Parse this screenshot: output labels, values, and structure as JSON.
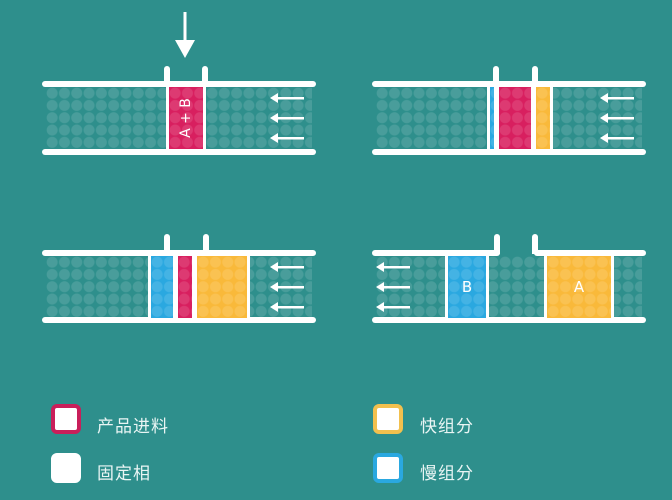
{
  "diagram": {
    "title": "",
    "colors": {
      "background": "#2e8f8c",
      "product_feed": "#d81f5f",
      "fast_component": "#f9b93a",
      "slow_component": "#2aa8e0",
      "stationary_phase": "#2e8f8c",
      "rails": "#ffffff"
    },
    "panels": [
      {
        "id": "panel-1",
        "position": "top-left",
        "step": 1,
        "inlet_arrow": "down-arrow-icon",
        "flow_direction": "left",
        "bands": [
          {
            "type": "product_feed",
            "label": "A + B"
          }
        ]
      },
      {
        "id": "panel-2",
        "position": "top-right",
        "step": 2,
        "flow_direction": "left",
        "bands": [
          {
            "type": "slow_component",
            "label": ""
          },
          {
            "type": "product_feed",
            "label": ""
          },
          {
            "type": "fast_component",
            "label": ""
          }
        ]
      },
      {
        "id": "panel-3",
        "position": "bottom-left",
        "step": 3,
        "flow_direction": "left",
        "bands": [
          {
            "type": "slow_component",
            "label": ""
          },
          {
            "type": "product_feed",
            "label": ""
          },
          {
            "type": "fast_component",
            "label": ""
          }
        ]
      },
      {
        "id": "panel-4",
        "position": "bottom-right",
        "step": 4,
        "flow_direction": "right",
        "bands": [
          {
            "type": "slow_component",
            "label": "B"
          },
          {
            "type": "fast_component",
            "label": "A"
          }
        ]
      }
    ],
    "labels": {
      "p1_feed": "A + B",
      "p4_slow": "B",
      "p4_fast": "A"
    }
  },
  "legend": {
    "items": [
      {
        "key": "product_feed",
        "label": "产品进料",
        "color": "#c91f5a"
      },
      {
        "key": "stationary_phase",
        "label": "固定相",
        "color": "#ffffff"
      },
      {
        "key": "fast_component",
        "label": "快组分",
        "color": "#f2c04e"
      },
      {
        "key": "slow_component",
        "label": "慢组分",
        "color": "#2aa8e0"
      }
    ]
  }
}
